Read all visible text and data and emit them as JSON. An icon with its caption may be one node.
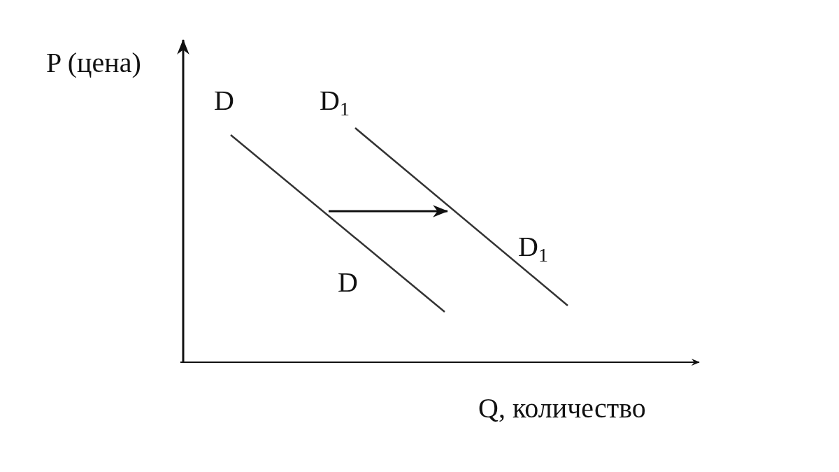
{
  "diagram": {
    "labels": [
      "P (цена)",
      "D",
      "D$_{1}$",
      "D$_{1}$",
      "D",
      "Q, количество"
    ]
  }
}
